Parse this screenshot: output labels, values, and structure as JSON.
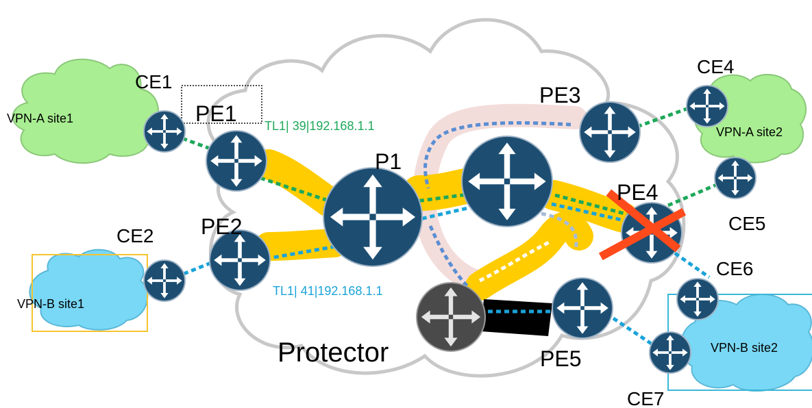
{
  "nodes": {
    "ce1": "CE1",
    "ce2": "CE2",
    "ce4": "CE4",
    "ce5": "CE5",
    "ce6": "CE6",
    "ce7": "CE7",
    "pe1": "PE1",
    "pe2": "PE2",
    "pe3": "PE3",
    "pe4": "PE4",
    "pe5": "PE5",
    "p1": "P1"
  },
  "sites": {
    "vpn_a_site1": "VPN-A site1",
    "vpn_a_site2": "VPN-A site2",
    "vpn_b_site1": "VPN-B site1",
    "vpn_b_site2": "VPN-B site2"
  },
  "labels": {
    "tl_green": "TL1| 39|192.168.1.1",
    "tl_blue": "TL1| 41|192.168.1.1",
    "protector": "Protector"
  },
  "colors": {
    "router": "#1d4e72",
    "router_dark": "#4a4a4a",
    "core_cloud_stroke": "#c8c8c8",
    "vpn_a_fill": "#a9ee92",
    "vpn_b_fill": "#79d8f5",
    "tunnel_yellow": "#ffcc00",
    "tunnel_pink": "#f2d9d7",
    "green_link": "#1ea85a",
    "cyan_link": "#1aa3d9",
    "steel_link": "#5b8ed3",
    "failure_cross": "#ff4a1c",
    "box_yellow": "#f4c430",
    "box_cyan": "#39b7d7"
  },
  "icons": {
    "router": "router-icon",
    "failure": "failure-cross-icon"
  }
}
